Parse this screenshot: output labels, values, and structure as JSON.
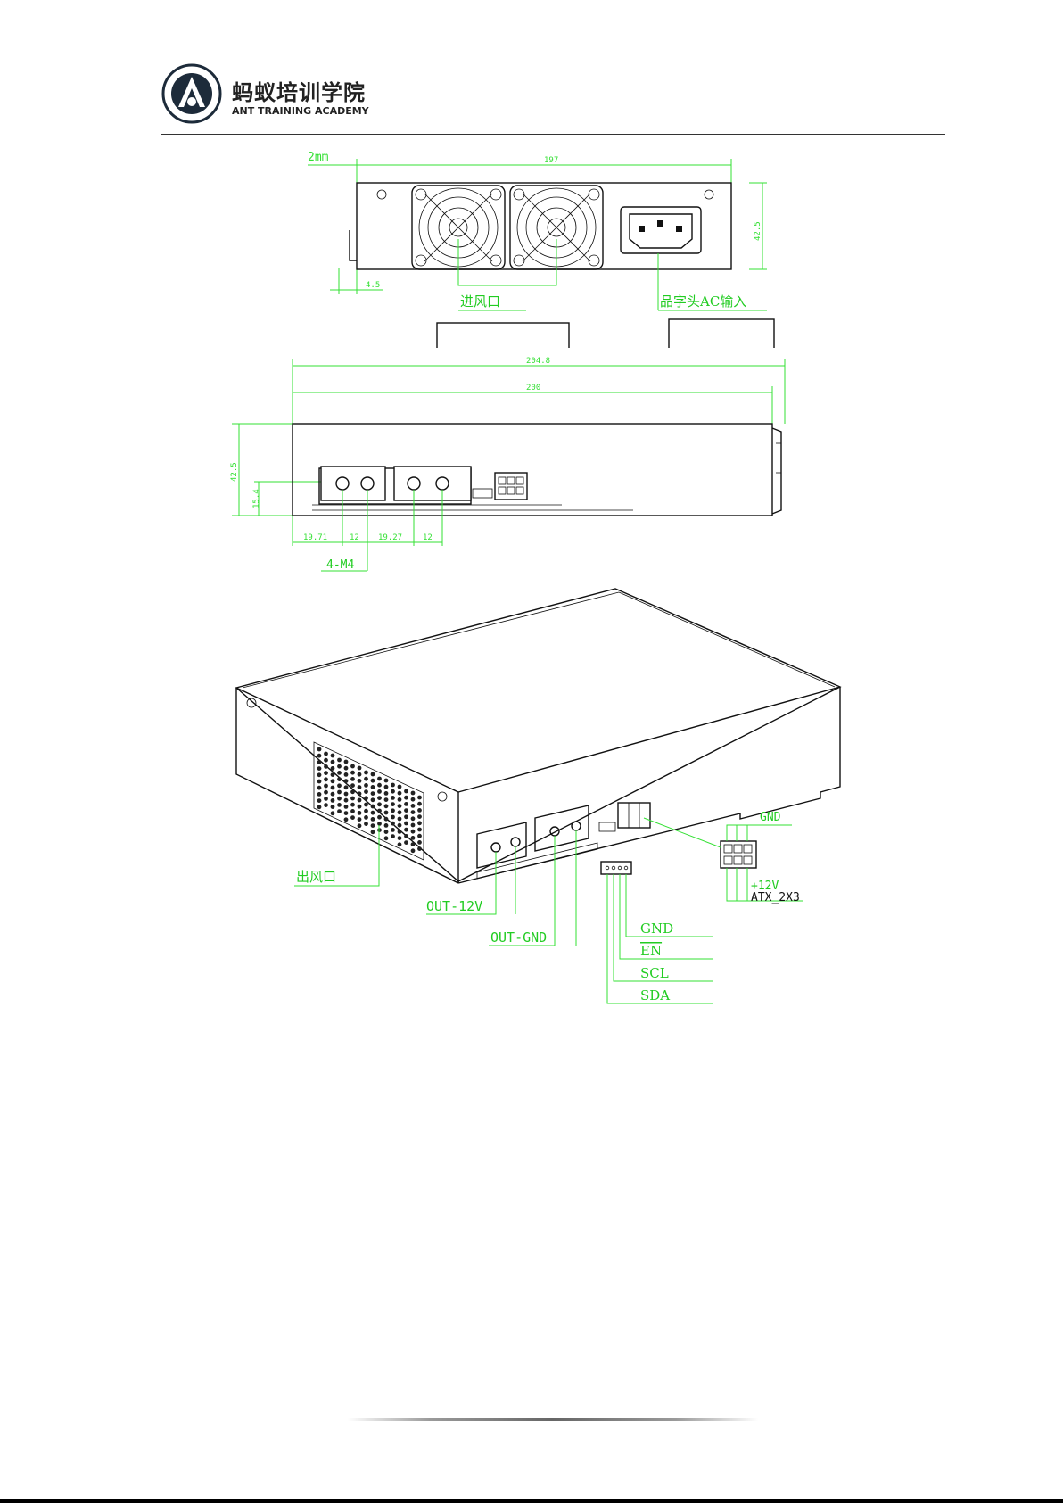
{
  "header": {
    "logo_icon": "ant-training-academy-seal",
    "brand_cn": "蚂蚁培训学院",
    "brand_en": "ANT TRAINING ACADEMY"
  },
  "front_view": {
    "dims": {
      "thickness": "2mm",
      "width": "197",
      "height": "42.5",
      "offset": "4.5"
    },
    "labels": {
      "intake": "进风口",
      "ac_input": "品字头AC输入"
    },
    "caption_boxes": [
      "",
      ""
    ]
  },
  "rear_view": {
    "dims": {
      "overall": "204.8",
      "body": "200",
      "height": "42.5",
      "terminal_height": "15.4",
      "d1": "19.71",
      "d2": "12",
      "d3": "19.27",
      "d4": "12"
    },
    "labels": {
      "mount": "4-M4"
    }
  },
  "iso_view": {
    "labels": {
      "outlet": "出风口",
      "out_12v": "OUT-12V",
      "out_gnd": "OUT-GND",
      "atx_gnd": "GND",
      "atx_12v": "+12V",
      "atx_name": "ATX_2X3",
      "sig_gnd": "GND",
      "sig_en": "EN",
      "sig_scl": "SCL",
      "sig_sda": "SDA"
    }
  },
  "colors": {
    "dimension_green": "#33e033",
    "label_green": "#22cc22",
    "line": "#111111"
  }
}
